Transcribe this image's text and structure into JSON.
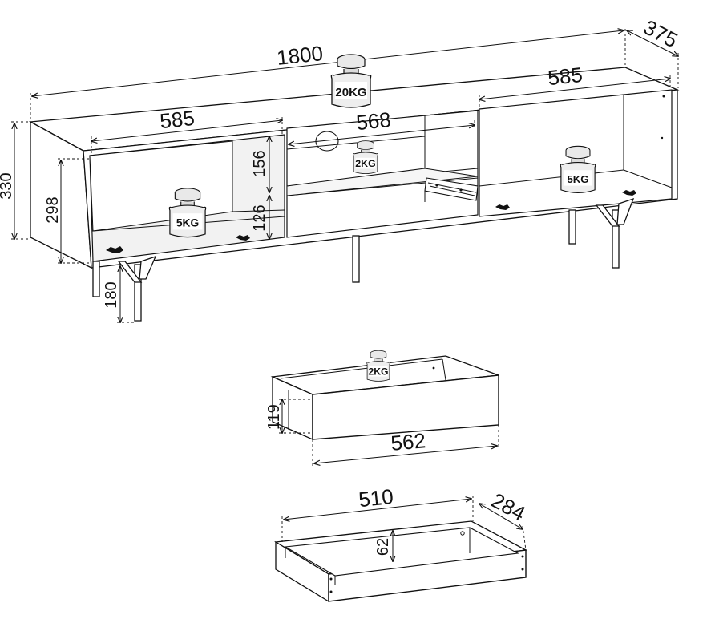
{
  "diagram": {
    "cabinet": {
      "dimensions": {
        "width": "1800",
        "depth": "375",
        "left_compartment": "585",
        "right_compartment": "585",
        "middle_compartment": "568",
        "total_height": "330",
        "body_height": "298",
        "upper_shelf_height": "156",
        "lower_shelf_height": "126",
        "leg_height": "180"
      },
      "weights": {
        "top": "20KG",
        "left_shelf": "5KG",
        "right_shelf": "5KG",
        "middle_shelf": "2KG"
      }
    },
    "drawer_front_view": {
      "dimensions": {
        "width": "562",
        "height": "119"
      },
      "weight": "2KG"
    },
    "drawer_box_view": {
      "dimensions": {
        "width": "510",
        "depth": "284",
        "height": "62"
      }
    }
  }
}
